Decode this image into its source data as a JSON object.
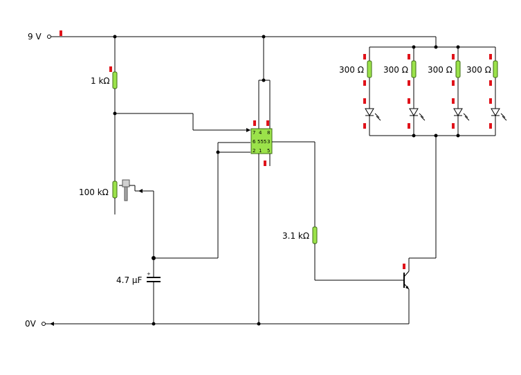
{
  "rails": {
    "supply_label": "9 V",
    "ground_label": "0V"
  },
  "components": {
    "r_top": "1 kΩ",
    "pot": "100 kΩ",
    "capacitor": "4.7 µF",
    "r_base": "3.1 kΩ",
    "led_resistors": [
      "300 Ω",
      "300 Ω",
      "300 Ω",
      "300 Ω"
    ]
  },
  "chip": {
    "name": "555",
    "pins": {
      "p4": "4",
      "p7": "7",
      "p8": "8",
      "p6": "6",
      "p3": "3",
      "p2": "2",
      "p1": "1",
      "p5": "5"
    }
  },
  "colors": {
    "resistor": "#9be24a",
    "chip": "#9be24a",
    "probe": "#e0121a",
    "wire": "#000000"
  }
}
